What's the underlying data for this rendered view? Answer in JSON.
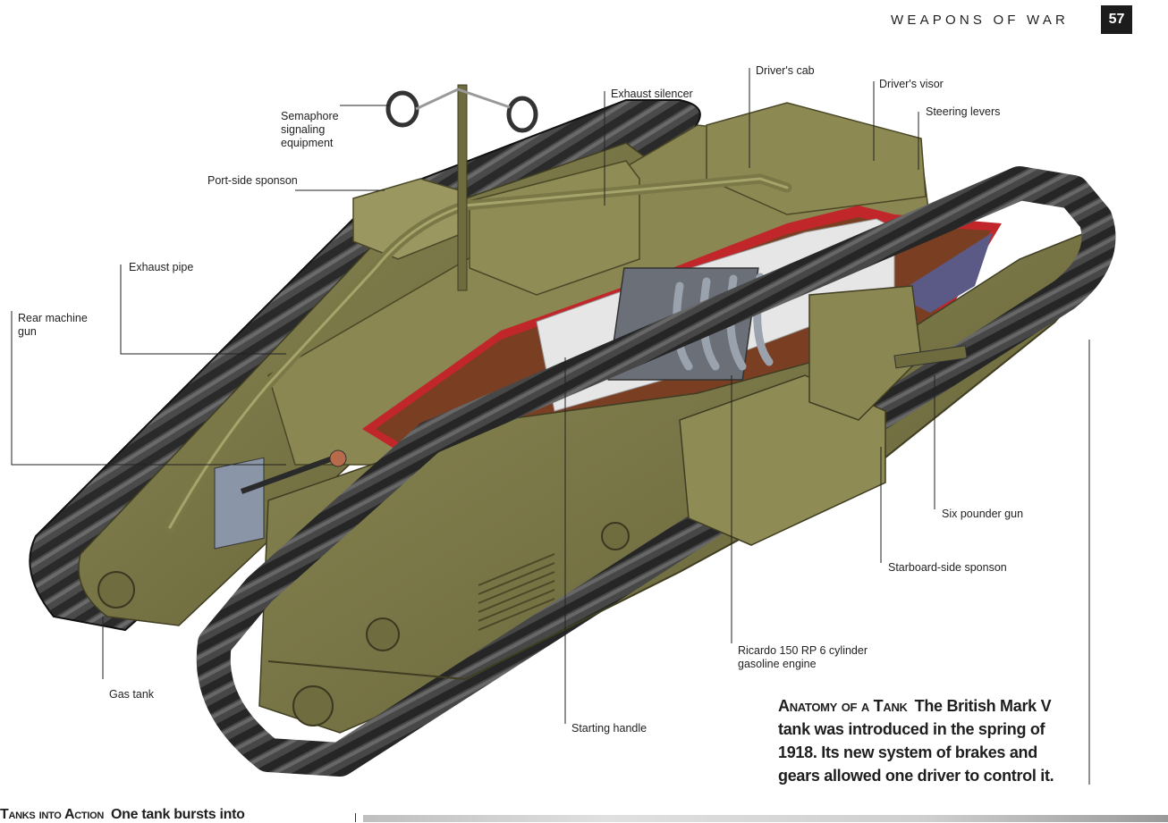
{
  "header": {
    "section_title": "WEAPONS OF WAR",
    "page_number": "57"
  },
  "labels": {
    "semaphore": "Semaphore\nsignaling\nequipment",
    "port_sponson": "Port-side sponson",
    "exhaust_pipe": "Exhaust pipe",
    "rear_gun": "Rear machine\ngun",
    "gas_tank": "Gas tank",
    "exhaust_silencer": "Exhaust silencer",
    "drivers_cab": "Driver's cab",
    "drivers_visor": "Driver's visor",
    "steering_levers": "Steering levers",
    "six_pounder": "Six pounder gun",
    "starboard_sponson": "Starboard-side sponson",
    "engine": "Ricardo 150 RP 6 cylinder\ngasoline engine",
    "starting_handle": "Starting handle"
  },
  "caption": {
    "heading": "Anatomy of a Tank",
    "body": "The British Mark V tank was introduced in the spring of 1918. Its new system of brakes and gears allowed one driver to control it."
  },
  "next_section": {
    "heading": "Tanks into Action",
    "body": "One tank bursts into"
  },
  "colors": {
    "hull_olive": "#7d7a4a",
    "hull_dark": "#5d5a32",
    "track_dark": "#2c2c2c",
    "interior_red": "#c0262a",
    "interior_brown": "#7a3f23",
    "interior_white": "#e9e9e9",
    "interior_purple": "#5b5a86"
  }
}
